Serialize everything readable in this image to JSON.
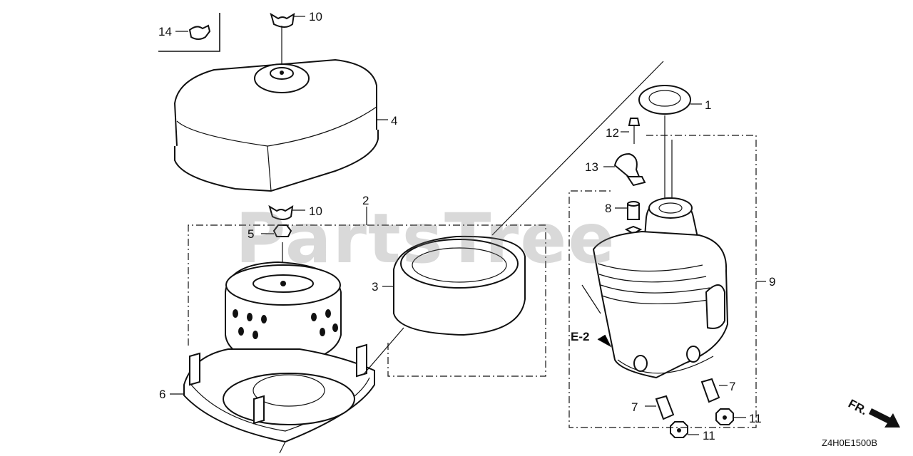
{
  "watermark": "PartsTree",
  "diagram_code": "Z4H0E1500B",
  "direction_label": "FR.",
  "reference_label": "E-2",
  "callouts": {
    "c1": "1",
    "c2": "2",
    "c3": "3",
    "c4": "4",
    "c5": "5",
    "c6": "6",
    "c7a": "7",
    "c7b": "7",
    "c8": "8",
    "c9": "9",
    "c10a": "10",
    "c10b": "10",
    "c11a": "11",
    "c11b": "11",
    "c12": "12",
    "c13": "13",
    "c14": "14"
  }
}
